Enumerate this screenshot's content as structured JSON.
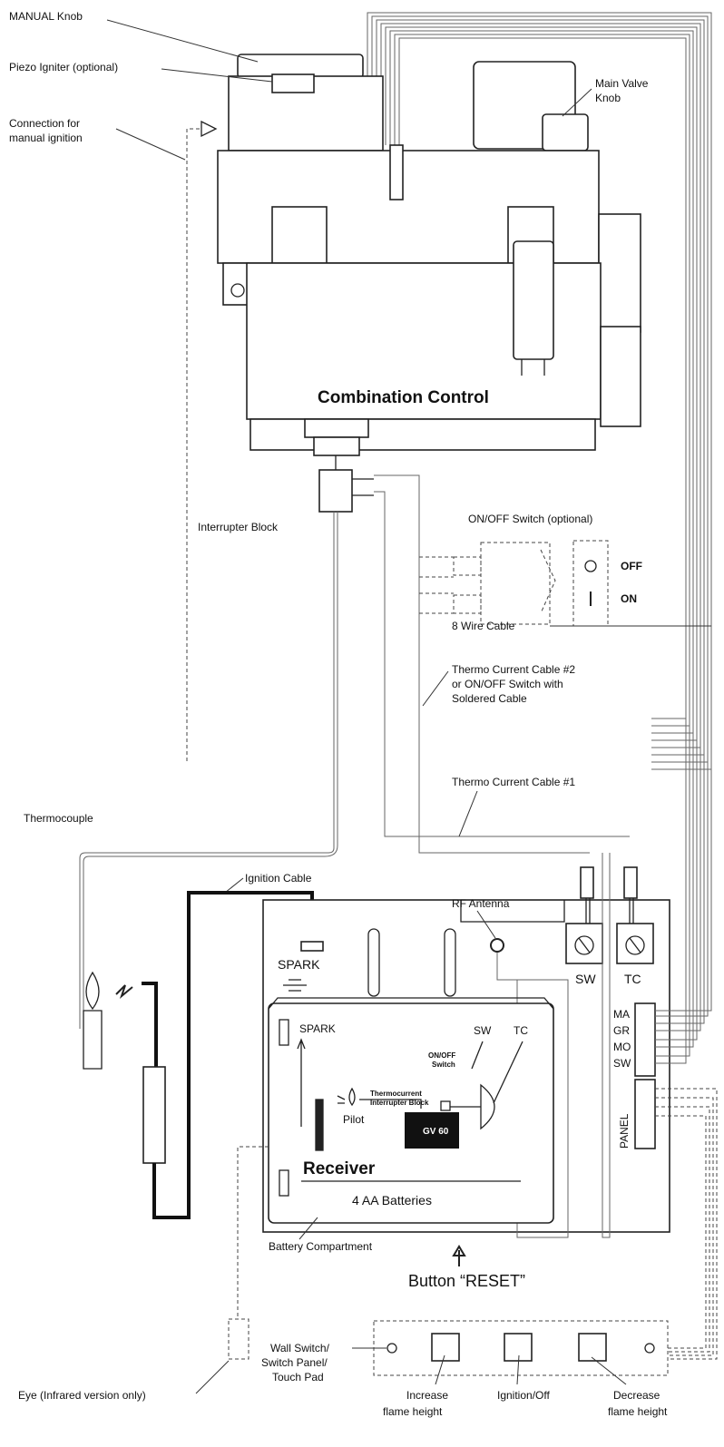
{
  "labels": {
    "manual_knob": "MANUAL Knob",
    "piezo_igniter": "Piezo Igniter (optional)",
    "connection_line1": "Connection for",
    "connection_line2": "manual ignition",
    "main_valve_line1": "Main Valve",
    "main_valve_line2": "Knob",
    "combination_control": "Combination Control",
    "interrupter_block": "Interrupter Block",
    "onoff_switch_optional": "ON/OFF Switch (optional)",
    "off": "OFF",
    "on": "ON",
    "eight_wire_cable": "8  Wire Cable",
    "thermo2_line1": "Thermo Current Cable #2",
    "thermo2_line2": "or ON/OFF Switch with",
    "thermo2_line3": "Soldered Cable",
    "thermo1": "Thermo Current Cable #1",
    "thermocouple": "Thermocouple",
    "ignition_cable": "Ignition Cable",
    "rf_antenna": "RF Antenna",
    "spark_top": "SPARK",
    "sw_terminal": "SW",
    "tc_terminal": "TC",
    "spark_inner": "SPARK",
    "sw_inner": "SW",
    "tc_inner": "TC",
    "onoff_small_line1": "ON/OFF",
    "onoff_small_line2": "Switch",
    "thermocurrent_small_line1": "Thermocurrent",
    "thermocurrent_small_line2": "Interrupter Block",
    "pilot": "Pilot",
    "gv60": "GV 60",
    "receiver": "Receiver",
    "batteries": "4 AA Batteries",
    "battery_compartment": "Battery Compartment",
    "button_reset": "Button “RESET”",
    "terminal_ma": "MA",
    "terminal_gr": "GR",
    "terminal_mo": "MO",
    "terminal_sw": "SW",
    "panel": "PANEL",
    "wall_switch_line1": "Wall Switch/",
    "wall_switch_line2": "Switch Panel/",
    "wall_switch_line3": "Touch Pad",
    "eye": "Eye (Infrared version only)",
    "increase_line1": "Increase",
    "increase_line2": "flame height",
    "ignition_off": "Ignition/Off",
    "decrease_line1": "Decrease",
    "decrease_line2": "flame height"
  }
}
